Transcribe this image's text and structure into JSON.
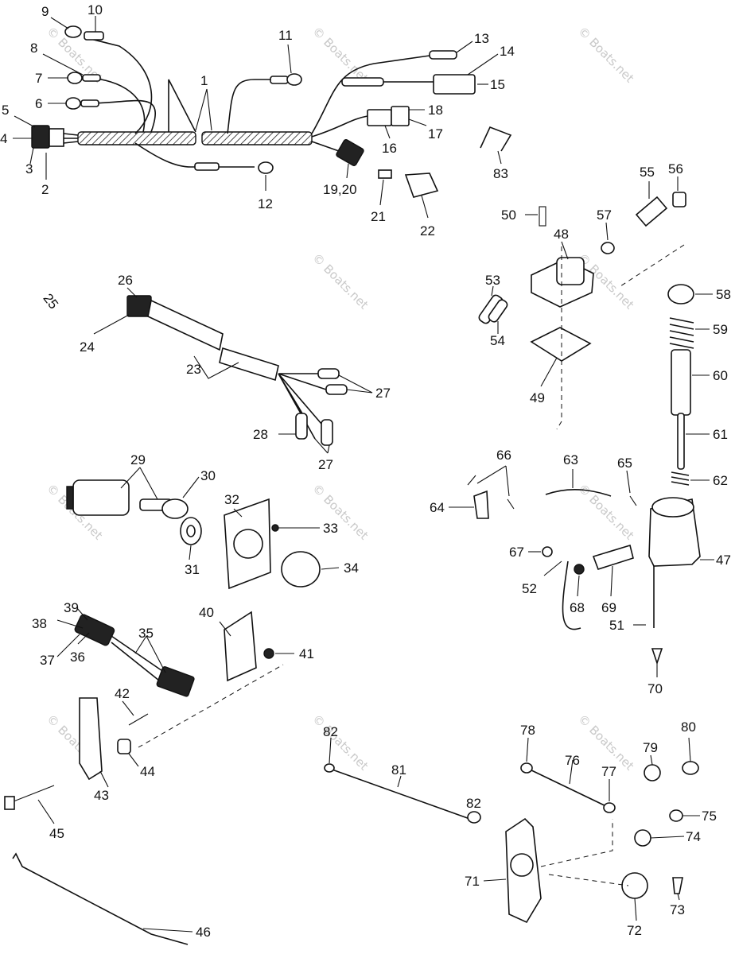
{
  "callouts": [
    {
      "id": "n1",
      "label": "1"
    },
    {
      "id": "n2",
      "label": "2"
    },
    {
      "id": "n3",
      "label": "3"
    },
    {
      "id": "n4",
      "label": "4"
    },
    {
      "id": "n5",
      "label": "5"
    },
    {
      "id": "n6",
      "label": "6"
    },
    {
      "id": "n7",
      "label": "7"
    },
    {
      "id": "n8",
      "label": "8"
    },
    {
      "id": "n9",
      "label": "9"
    },
    {
      "id": "n10",
      "label": "10"
    },
    {
      "id": "n11",
      "label": "11"
    },
    {
      "id": "n12",
      "label": "12"
    },
    {
      "id": "n13",
      "label": "13"
    },
    {
      "id": "n14",
      "label": "14"
    },
    {
      "id": "n15",
      "label": "15"
    },
    {
      "id": "n16",
      "label": "16"
    },
    {
      "id": "n17",
      "label": "17"
    },
    {
      "id": "n18",
      "label": "18"
    },
    {
      "id": "n1920",
      "label": "19,20"
    },
    {
      "id": "n21",
      "label": "21"
    },
    {
      "id": "n22",
      "label": "22"
    },
    {
      "id": "n23",
      "label": "23"
    },
    {
      "id": "n24",
      "label": "24"
    },
    {
      "id": "n25",
      "label": "25"
    },
    {
      "id": "n26",
      "label": "26"
    },
    {
      "id": "n27a",
      "label": "27"
    },
    {
      "id": "n27b",
      "label": "27"
    },
    {
      "id": "n28",
      "label": "28"
    },
    {
      "id": "n29",
      "label": "29"
    },
    {
      "id": "n30",
      "label": "30"
    },
    {
      "id": "n31",
      "label": "31"
    },
    {
      "id": "n32",
      "label": "32"
    },
    {
      "id": "n33",
      "label": "33"
    },
    {
      "id": "n34",
      "label": "34"
    },
    {
      "id": "n35",
      "label": "35"
    },
    {
      "id": "n36",
      "label": "36"
    },
    {
      "id": "n37",
      "label": "37"
    },
    {
      "id": "n38",
      "label": "38"
    },
    {
      "id": "n39",
      "label": "39"
    },
    {
      "id": "n40",
      "label": "40"
    },
    {
      "id": "n41",
      "label": "41"
    },
    {
      "id": "n42",
      "label": "42"
    },
    {
      "id": "n43",
      "label": "43"
    },
    {
      "id": "n44",
      "label": "44"
    },
    {
      "id": "n45",
      "label": "45"
    },
    {
      "id": "n46",
      "label": "46"
    },
    {
      "id": "n47",
      "label": "47"
    },
    {
      "id": "n48",
      "label": "48"
    },
    {
      "id": "n49",
      "label": "49"
    },
    {
      "id": "n50",
      "label": "50"
    },
    {
      "id": "n51",
      "label": "51"
    },
    {
      "id": "n52",
      "label": "52"
    },
    {
      "id": "n53",
      "label": "53"
    },
    {
      "id": "n54",
      "label": "54"
    },
    {
      "id": "n55",
      "label": "55"
    },
    {
      "id": "n56",
      "label": "56"
    },
    {
      "id": "n57",
      "label": "57"
    },
    {
      "id": "n58",
      "label": "58"
    },
    {
      "id": "n59",
      "label": "59"
    },
    {
      "id": "n60",
      "label": "60"
    },
    {
      "id": "n61",
      "label": "61"
    },
    {
      "id": "n62",
      "label": "62"
    },
    {
      "id": "n63",
      "label": "63"
    },
    {
      "id": "n64",
      "label": "64"
    },
    {
      "id": "n65",
      "label": "65"
    },
    {
      "id": "n66",
      "label": "66"
    },
    {
      "id": "n67",
      "label": "67"
    },
    {
      "id": "n68",
      "label": "68"
    },
    {
      "id": "n69",
      "label": "69"
    },
    {
      "id": "n70",
      "label": "70"
    },
    {
      "id": "n71",
      "label": "71"
    },
    {
      "id": "n72",
      "label": "72"
    },
    {
      "id": "n73",
      "label": "73"
    },
    {
      "id": "n74",
      "label": "74"
    },
    {
      "id": "n75",
      "label": "75"
    },
    {
      "id": "n76",
      "label": "76"
    },
    {
      "id": "n77",
      "label": "77"
    },
    {
      "id": "n78",
      "label": "78"
    },
    {
      "id": "n79",
      "label": "79"
    },
    {
      "id": "n80",
      "label": "80"
    },
    {
      "id": "n81",
      "label": "81"
    },
    {
      "id": "n82a",
      "label": "82"
    },
    {
      "id": "n82b",
      "label": "82"
    },
    {
      "id": "n83",
      "label": "83"
    }
  ],
  "watermark": {
    "text": "© Boats.net",
    "color": "#c9c9c9"
  }
}
